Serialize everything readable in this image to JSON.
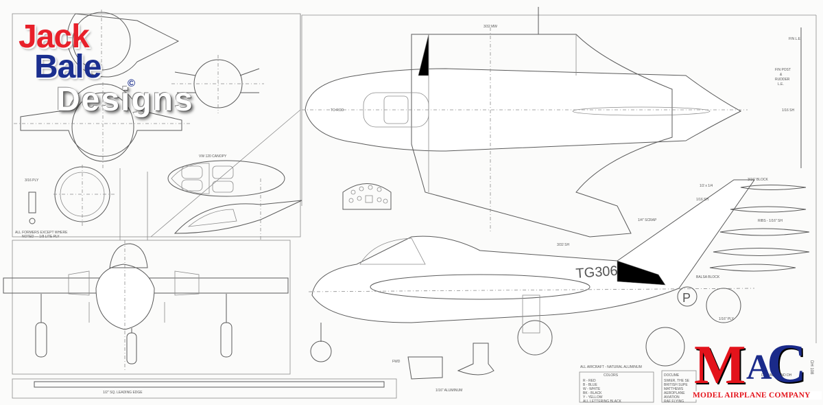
{
  "logo_jack_bale": {
    "line1": "Jack",
    "line2": "Bale",
    "copyright": "©",
    "line3": "Designs"
  },
  "logo_mac": {
    "m": "M",
    "a": "A",
    "c": "C",
    "tagline": "MODEL AIRPLANE COMPANY"
  },
  "drawing_labels": {
    "formers_note_1": "ALL FORMERS EXCEPT WHERE",
    "formers_note_2": "NOTED — 1/8 LITE PLY",
    "ply_316": "3/16 PLY",
    "canopy": "VW 120 CANOPY",
    "leading_edge": "1/2\" SQ. LEADING EDGE",
    "fin_le": "FIN L.E.",
    "fin_post_1": "FIN POST",
    "fin_post_2": "&",
    "fin_post_3": "RUDDER",
    "fin_post_4": "L.E.",
    "sheet_116": "1/16 SH",
    "top_dim": "3/32 MW",
    "to_rod": "TO ROD",
    "block_316": "3/16\" BLOCK",
    "half_sq": "1/2 x 1/4",
    "sh_116": "1/16 SH",
    "ribs": "RIBS - 1/16\" SH",
    "balsa_block": "BALSA BLOCK",
    "scrap": "1/4\" SCRAP",
    "sh_332": "3/32 SH",
    "ply_116": "1/16\" PLY",
    "fwd": "FWD",
    "aluminum": "1/16\" ALUMINUM",
    "registration": "TG306",
    "letter_p": "P",
    "aircraft_note": "ALL AIRCRAFT - NATURAL ALUMINUM",
    "colors_title": "COLORS",
    "color_r": "R - RED",
    "color_b": "B - BLUE",
    "color_w": "W - WHITE",
    "color_bk": "BK - BLACK",
    "color_y": "Y - YELLOW",
    "lettering": "ALL LETTERING BLACK",
    "doc_title": "DOCUME",
    "havilland": "DE HAVILLAND DH",
    "ref_1": "SWIER, THE SE",
    "ref_2": "BRITISH SUPE",
    "ref_3": "MATTHEWS",
    "ref_4": "AEROPLANE",
    "ref_5": "AVIATION",
    "ref_6": "RAF FLYING",
    "side_tab": "DH 108"
  }
}
